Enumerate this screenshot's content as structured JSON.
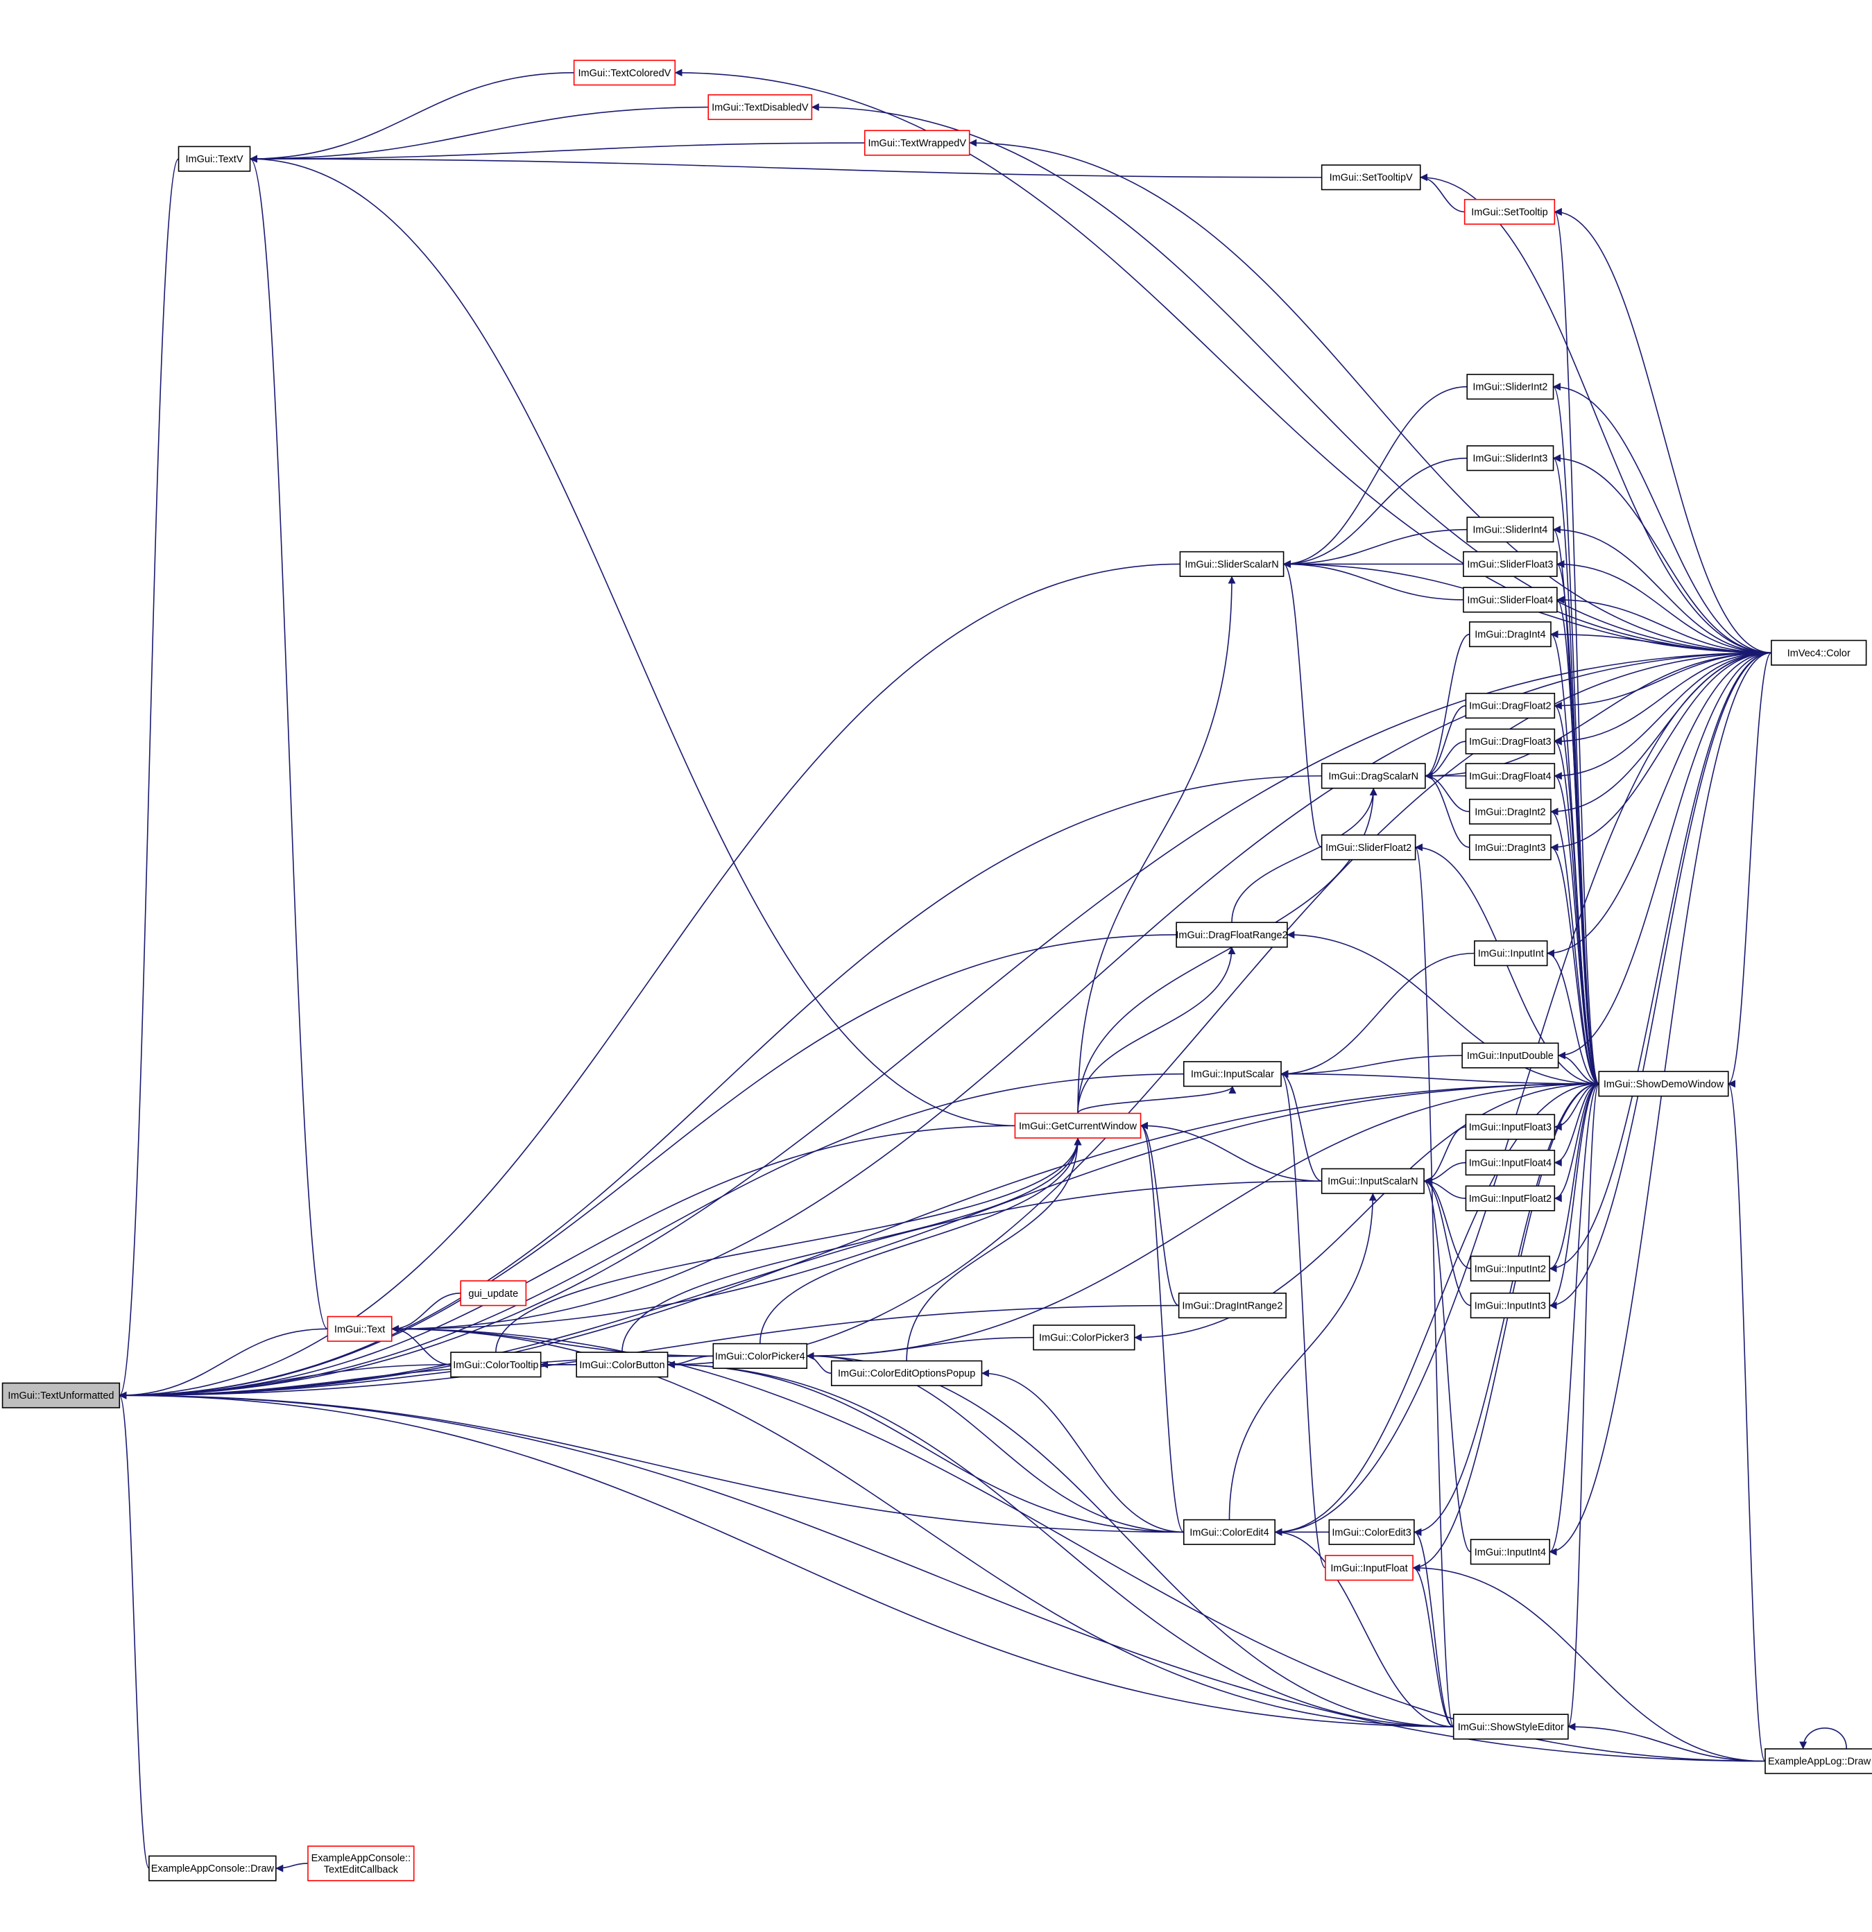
{
  "colors": {
    "edge": "#191970",
    "node_border": "#000000",
    "node_border_truncated": "#ff0000",
    "node_fill": "#ffffff",
    "root_fill": "#bfbfbf"
  },
  "root": "TextUnformatted",
  "nodes": [
    {
      "id": "TextUnformatted",
      "lines": [
        "ImGui::TextUnformatted"
      ],
      "style": "root"
    },
    {
      "id": "TextV",
      "lines": [
        "ImGui::TextV"
      ],
      "style": "normal"
    },
    {
      "id": "TextColoredV",
      "lines": [
        "ImGui::TextColoredV"
      ],
      "style": "truncated"
    },
    {
      "id": "TextDisabledV",
      "lines": [
        "ImGui::TextDisabledV"
      ],
      "style": "truncated"
    },
    {
      "id": "TextWrappedV",
      "lines": [
        "ImGui::TextWrappedV"
      ],
      "style": "truncated"
    },
    {
      "id": "SetTooltipV",
      "lines": [
        "ImGui::SetTooltipV"
      ],
      "style": "normal"
    },
    {
      "id": "SetTooltip",
      "lines": [
        "ImGui::SetTooltip"
      ],
      "style": "truncated"
    },
    {
      "id": "SliderInt2",
      "lines": [
        "ImGui::SliderInt2"
      ],
      "style": "normal"
    },
    {
      "id": "SliderInt3",
      "lines": [
        "ImGui::SliderInt3"
      ],
      "style": "normal"
    },
    {
      "id": "SliderInt4",
      "lines": [
        "ImGui::SliderInt4"
      ],
      "style": "normal"
    },
    {
      "id": "SliderScalarN",
      "lines": [
        "ImGui::SliderScalarN"
      ],
      "style": "normal"
    },
    {
      "id": "SliderFloat3",
      "lines": [
        "ImGui::SliderFloat3"
      ],
      "style": "normal"
    },
    {
      "id": "SliderFloat4",
      "lines": [
        "ImGui::SliderFloat4"
      ],
      "style": "normal"
    },
    {
      "id": "ImVec4Color",
      "lines": [
        "ImVec4::Color"
      ],
      "style": "normal"
    },
    {
      "id": "DragInt4",
      "lines": [
        "ImGui::DragInt4"
      ],
      "style": "normal"
    },
    {
      "id": "DragFloat2",
      "lines": [
        "ImGui::DragFloat2"
      ],
      "style": "normal"
    },
    {
      "id": "DragFloat3",
      "lines": [
        "ImGui::DragFloat3"
      ],
      "style": "normal"
    },
    {
      "id": "DragScalarN",
      "lines": [
        "ImGui::DragScalarN"
      ],
      "style": "normal"
    },
    {
      "id": "DragFloat4",
      "lines": [
        "ImGui::DragFloat4"
      ],
      "style": "normal"
    },
    {
      "id": "DragInt2",
      "lines": [
        "ImGui::DragInt2"
      ],
      "style": "normal"
    },
    {
      "id": "DragInt3",
      "lines": [
        "ImGui::DragInt3"
      ],
      "style": "normal"
    },
    {
      "id": "SliderFloat2",
      "lines": [
        "ImGui::SliderFloat2"
      ],
      "style": "normal"
    },
    {
      "id": "DragFloatRange2",
      "lines": [
        "ImGui::DragFloatRange2"
      ],
      "style": "normal"
    },
    {
      "id": "InputInt",
      "lines": [
        "ImGui::InputInt"
      ],
      "style": "normal"
    },
    {
      "id": "InputScalar",
      "lines": [
        "ImGui::InputScalar"
      ],
      "style": "normal"
    },
    {
      "id": "InputDouble",
      "lines": [
        "ImGui::InputDouble"
      ],
      "style": "normal"
    },
    {
      "id": "ShowDemoWindow",
      "lines": [
        "ImGui::ShowDemoWindow"
      ],
      "style": "normal"
    },
    {
      "id": "GetCurrentWindow",
      "lines": [
        "ImGui::GetCurrentWindow"
      ],
      "style": "truncated"
    },
    {
      "id": "InputFloat3",
      "lines": [
        "ImGui::InputFloat3"
      ],
      "style": "normal"
    },
    {
      "id": "InputScalarN",
      "lines": [
        "ImGui::InputScalarN"
      ],
      "style": "normal"
    },
    {
      "id": "InputFloat4",
      "lines": [
        "ImGui::InputFloat4"
      ],
      "style": "normal"
    },
    {
      "id": "InputFloat2",
      "lines": [
        "ImGui::InputFloat2"
      ],
      "style": "normal"
    },
    {
      "id": "InputInt2",
      "lines": [
        "ImGui::InputInt2"
      ],
      "style": "normal"
    },
    {
      "id": "gui_update",
      "lines": [
        "gui_update"
      ],
      "style": "truncated"
    },
    {
      "id": "DragIntRange2",
      "lines": [
        "ImGui::DragIntRange2"
      ],
      "style": "normal"
    },
    {
      "id": "InputInt3",
      "lines": [
        "ImGui::InputInt3"
      ],
      "style": "normal"
    },
    {
      "id": "Text",
      "lines": [
        "ImGui::Text"
      ],
      "style": "truncated"
    },
    {
      "id": "ColorPicker3",
      "lines": [
        "ImGui::ColorPicker3"
      ],
      "style": "normal"
    },
    {
      "id": "ColorTooltip",
      "lines": [
        "ImGui::ColorTooltip"
      ],
      "style": "normal"
    },
    {
      "id": "ColorButton",
      "lines": [
        "ImGui::ColorButton"
      ],
      "style": "normal"
    },
    {
      "id": "ColorPicker4",
      "lines": [
        "ImGui::ColorPicker4"
      ],
      "style": "normal"
    },
    {
      "id": "ColorEditOptionsPopup",
      "lines": [
        "ImGui::ColorEditOptionsPopup"
      ],
      "style": "normal"
    },
    {
      "id": "ColorEdit4",
      "lines": [
        "ImGui::ColorEdit4"
      ],
      "style": "normal"
    },
    {
      "id": "ColorEdit3",
      "lines": [
        "ImGui::ColorEdit3"
      ],
      "style": "normal"
    },
    {
      "id": "InputInt4",
      "lines": [
        "ImGui::InputInt4"
      ],
      "style": "normal"
    },
    {
      "id": "InputFloat",
      "lines": [
        "ImGui::InputFloat"
      ],
      "style": "truncated"
    },
    {
      "id": "ShowStyleEditor",
      "lines": [
        "ImGui::ShowStyleEditor"
      ],
      "style": "normal"
    },
    {
      "id": "ExampleAppLogDraw",
      "lines": [
        "ExampleAppLog::Draw"
      ],
      "style": "normal"
    },
    {
      "id": "ExampleAppConsoleDraw",
      "lines": [
        "ExampleAppConsole::Draw"
      ],
      "style": "normal"
    },
    {
      "id": "TextEditCallback",
      "lines": [
        "ExampleAppConsole::",
        "TextEditCallback"
      ],
      "style": "truncated"
    }
  ],
  "edges": [
    [
      "TextV",
      "TextUnformatted"
    ],
    [
      "Text",
      "TextUnformatted"
    ],
    [
      "ColorTooltip",
      "TextUnformatted"
    ],
    [
      "ColorButton",
      "TextUnformatted"
    ],
    [
      "GetCurrentWindow",
      "TextUnformatted"
    ],
    [
      "SliderScalarN",
      "TextUnformatted"
    ],
    [
      "DragScalarN",
      "TextUnformatted"
    ],
    [
      "DragFloatRange2",
      "TextUnformatted"
    ],
    [
      "InputScalar",
      "TextUnformatted"
    ],
    [
      "ColorPicker4",
      "TextUnformatted"
    ],
    [
      "ColorEdit4",
      "TextUnformatted"
    ],
    [
      "DragIntRange2",
      "TextUnformatted"
    ],
    [
      "InputScalarN",
      "TextUnformatted"
    ],
    [
      "ShowStyleEditor",
      "TextUnformatted"
    ],
    [
      "ExampleAppLogDraw",
      "TextUnformatted"
    ],
    [
      "ExampleAppConsoleDraw",
      "TextUnformatted"
    ],
    [
      "ImVec4Color",
      "TextUnformatted"
    ],
    [
      "ShowDemoWindow",
      "TextUnformatted"
    ],
    [
      "TextColoredV",
      "TextV"
    ],
    [
      "TextDisabledV",
      "TextV"
    ],
    [
      "TextWrappedV",
      "TextV"
    ],
    [
      "SetTooltipV",
      "TextV"
    ],
    [
      "Text",
      "TextV"
    ],
    [
      "GetCurrentWindow",
      "TextV"
    ],
    [
      "ImVec4Color",
      "TextColoredV"
    ],
    [
      "ImVec4Color",
      "TextDisabledV"
    ],
    [
      "ImVec4Color",
      "TextWrappedV"
    ],
    [
      "ImVec4Color",
      "SetTooltipV"
    ],
    [
      "SetTooltip",
      "SetTooltipV"
    ],
    [
      "ImVec4Color",
      "SetTooltip"
    ],
    [
      "ShowDemoWindow",
      "SetTooltip"
    ],
    [
      "SliderInt2",
      "SliderScalarN"
    ],
    [
      "SliderInt3",
      "SliderScalarN"
    ],
    [
      "SliderInt4",
      "SliderScalarN"
    ],
    [
      "SliderFloat3",
      "SliderScalarN"
    ],
    [
      "SliderFloat4",
      "SliderScalarN"
    ],
    [
      "SliderFloat2",
      "SliderScalarN"
    ],
    [
      "ImVec4Color",
      "SliderScalarN"
    ],
    [
      "GetCurrentWindow",
      "SliderScalarN"
    ],
    [
      "ImVec4Color",
      "SliderInt2"
    ],
    [
      "ShowDemoWindow",
      "SliderInt2"
    ],
    [
      "ImVec4Color",
      "SliderInt3"
    ],
    [
      "ShowDemoWindow",
      "SliderInt3"
    ],
    [
      "ImVec4Color",
      "SliderInt4"
    ],
    [
      "ShowDemoWindow",
      "SliderInt4"
    ],
    [
      "ImVec4Color",
      "SliderFloat3"
    ],
    [
      "ShowDemoWindow",
      "SliderFloat3"
    ],
    [
      "ImVec4Color",
      "SliderFloat4"
    ],
    [
      "ShowDemoWindow",
      "SliderFloat4"
    ],
    [
      "DragInt4",
      "DragScalarN"
    ],
    [
      "DragFloat2",
      "DragScalarN"
    ],
    [
      "DragFloat3",
      "DragScalarN"
    ],
    [
      "DragFloat4",
      "DragScalarN"
    ],
    [
      "DragInt2",
      "DragScalarN"
    ],
    [
      "DragInt3",
      "DragScalarN"
    ],
    [
      "DragFloatRange2",
      "DragScalarN"
    ],
    [
      "ImVec4Color",
      "DragScalarN"
    ],
    [
      "GetCurrentWindow",
      "DragScalarN"
    ],
    [
      "ImVec4Color",
      "DragInt4"
    ],
    [
      "ShowDemoWindow",
      "DragInt4"
    ],
    [
      "ImVec4Color",
      "DragFloat2"
    ],
    [
      "ShowDemoWindow",
      "DragFloat2"
    ],
    [
      "ImVec4Color",
      "DragFloat3"
    ],
    [
      "ShowDemoWindow",
      "DragFloat3"
    ],
    [
      "ImVec4Color",
      "DragFloat4"
    ],
    [
      "ShowDemoWindow",
      "DragFloat4"
    ],
    [
      "ImVec4Color",
      "DragInt2"
    ],
    [
      "ShowDemoWindow",
      "DragInt2"
    ],
    [
      "ImVec4Color",
      "DragInt3"
    ],
    [
      "ShowDemoWindow",
      "DragInt3"
    ],
    [
      "ShowDemoWindow",
      "SliderFloat2"
    ],
    [
      "ShowStyleEditor",
      "SliderFloat2"
    ],
    [
      "GetCurrentWindow",
      "DragFloatRange2"
    ],
    [
      "ShowDemoWindow",
      "DragFloatRange2"
    ],
    [
      "ImVec4Color",
      "InputInt"
    ],
    [
      "ShowDemoWindow",
      "InputInt"
    ],
    [
      "InputInt",
      "InputScalar"
    ],
    [
      "InputDouble",
      "InputScalar"
    ],
    [
      "ShowDemoWindow",
      "InputScalar"
    ],
    [
      "InputScalarN",
      "InputScalar"
    ],
    [
      "InputFloat",
      "InputScalar"
    ],
    [
      "GetCurrentWindow",
      "InputScalar"
    ],
    [
      "ImVec4Color",
      "InputDouble"
    ],
    [
      "ShowDemoWindow",
      "InputDouble"
    ],
    [
      "ImVec4Color",
      "ShowDemoWindow"
    ],
    [
      "ExampleAppLogDraw",
      "ShowDemoWindow"
    ],
    [
      "ExampleAppLogDraw",
      "ExampleAppLogDraw"
    ],
    [
      "InputScalarN",
      "GetCurrentWindow"
    ],
    [
      "ColorEdit4",
      "GetCurrentWindow"
    ],
    [
      "DragIntRange2",
      "GetCurrentWindow"
    ],
    [
      "ColorTooltip",
      "GetCurrentWindow"
    ],
    [
      "ColorButton",
      "GetCurrentWindow"
    ],
    [
      "ColorPicker4",
      "GetCurrentWindow"
    ],
    [
      "ColorEditOptionsPopup",
      "GetCurrentWindow"
    ],
    [
      "InputFloat3",
      "InputScalarN"
    ],
    [
      "InputFloat4",
      "InputScalarN"
    ],
    [
      "InputFloat2",
      "InputScalarN"
    ],
    [
      "InputInt2",
      "InputScalarN"
    ],
    [
      "InputInt3",
      "InputScalarN"
    ],
    [
      "InputInt4",
      "InputScalarN"
    ],
    [
      "ColorEdit4",
      "InputScalarN"
    ],
    [
      "ShowDemoWindow",
      "InputFloat3"
    ],
    [
      "ShowDemoWindow",
      "InputFloat4"
    ],
    [
      "ShowDemoWindow",
      "InputFloat2"
    ],
    [
      "ImVec4Color",
      "InputInt2"
    ],
    [
      "ShowDemoWindow",
      "InputInt2"
    ],
    [
      "ImVec4Color",
      "InputInt3"
    ],
    [
      "ShowDemoWindow",
      "InputInt3"
    ],
    [
      "ImVec4Color",
      "InputInt4"
    ],
    [
      "ShowDemoWindow",
      "InputInt4"
    ],
    [
      "gui_update",
      "Text"
    ],
    [
      "ColorTooltip",
      "Text"
    ],
    [
      "ColorPicker4",
      "Text"
    ],
    [
      "ShowDemoWindow",
      "Text"
    ],
    [
      "ShowStyleEditor",
      "Text"
    ],
    [
      "ExampleAppLogDraw",
      "Text"
    ],
    [
      "ImVec4Color",
      "Text"
    ],
    [
      "ColorButton",
      "ColorTooltip"
    ],
    [
      "ColorPicker4",
      "ColorButton"
    ],
    [
      "ColorEdit4",
      "ColorButton"
    ],
    [
      "ImVec4Color",
      "ColorButton"
    ],
    [
      "ShowStyleEditor",
      "ColorButton"
    ],
    [
      "ColorPicker3",
      "ColorPicker4"
    ],
    [
      "ColorEditOptionsPopup",
      "ColorPicker4"
    ],
    [
      "ColorEdit4",
      "ColorPicker4"
    ],
    [
      "ShowDemoWindow",
      "ColorPicker4"
    ],
    [
      "ShowStyleEditor",
      "ColorPicker4"
    ],
    [
      "ShowDemoWindow",
      "ColorPicker3"
    ],
    [
      "ColorEdit4",
      "ColorEditOptionsPopup"
    ],
    [
      "ColorEdit3",
      "ColorEdit4"
    ],
    [
      "ShowDemoWindow",
      "ColorEdit4"
    ],
    [
      "ShowStyleEditor",
      "ColorEdit4"
    ],
    [
      "ImVec4Color",
      "ColorEdit4"
    ],
    [
      "ShowDemoWindow",
      "ColorEdit3"
    ],
    [
      "ShowStyleEditor",
      "ColorEdit3"
    ],
    [
      "ShowDemoWindow",
      "InputFloat"
    ],
    [
      "ShowStyleEditor",
      "InputFloat"
    ],
    [
      "ExampleAppLogDraw",
      "InputFloat"
    ],
    [
      "ShowDemoWindow",
      "ShowStyleEditor"
    ],
    [
      "ExampleAppLogDraw",
      "ShowStyleEditor"
    ],
    [
      "TextEditCallback",
      "ExampleAppConsoleDraw"
    ]
  ]
}
